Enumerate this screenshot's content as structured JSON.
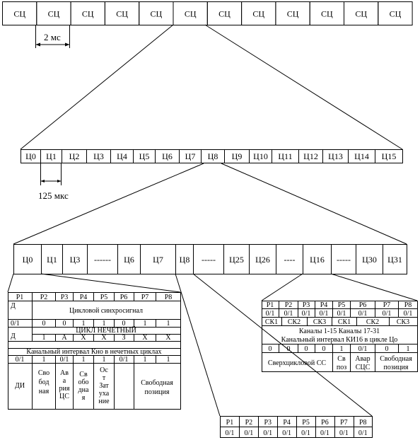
{
  "row1": {
    "cells": [
      "СЦ",
      "СЦ",
      "СЦ",
      "СЦ",
      "СЦ",
      "СЦ",
      "СЦ",
      "СЦ",
      "СЦ",
      "СЦ",
      "СЦ",
      "СЦ"
    ],
    "duration": "2 мс"
  },
  "row2": {
    "cells": [
      "Ц0",
      "Ц1",
      "Ц2",
      "Ц3",
      "Ц4",
      "Ц5",
      "Ц6",
      "Ц7",
      "Ц8",
      "Ц9",
      "Ц10",
      "Ц11",
      "Ц12",
      "Ц13",
      "Ц14",
      "Ц15"
    ],
    "duration": "125 мкс"
  },
  "row3": {
    "cells": [
      "Ц0",
      "Ц1",
      "Ц3",
      "------",
      "Ц6",
      "Ц7",
      "Ц8",
      "-----",
      "Ц25",
      "Ц26",
      "----",
      "Ц16",
      "-----",
      "Ц30",
      "Ц31"
    ]
  },
  "left_table": {
    "header": [
      "Р1",
      "Р2",
      "Р3",
      "Р4",
      "Р5",
      "Р6",
      "Р7",
      "Р8"
    ],
    "d1": "Д",
    "cycle_sync": "Цикловой синхросигнал",
    "r01": "0/1",
    "sync_values": [
      "0",
      "0",
      "1",
      "1",
      "0",
      "1",
      "1"
    ],
    "d2": "Д",
    "odd_cycle": "ЦИКЛ НЕЧЕТНЫЙ",
    "odd_values": [
      "1",
      "А",
      "X",
      "X",
      "З",
      "X",
      "X"
    ],
    "channel_interval": "Канальный интервал Кно в нечетных циклах",
    "ch_values": [
      "0/1",
      "1",
      "0/1",
      "1",
      "1",
      "0/1",
      "1",
      "1"
    ],
    "di": "ДИ",
    "svobodnaya": [
      "Сво",
      "бод",
      "ная"
    ],
    "avariya": [
      "Ав",
      "а",
      "рия",
      "ЦС"
    ],
    "svobodnaya2": [
      "Св",
      "обо",
      "дна",
      "я"
    ],
    "ost": [
      "Ос",
      "т",
      "Зат",
      "уха",
      "ние"
    ],
    "free_position": [
      "Свободная",
      "позиция"
    ]
  },
  "right_table": {
    "header": [
      "Р1",
      "Р2",
      "Р3",
      "Р4",
      "Р5",
      "Р6",
      "Р7",
      "Р8"
    ],
    "values01": [
      "0/1",
      "0/1",
      "0/1",
      "0/1",
      "0/1",
      "0/1",
      "0/1",
      "0/1"
    ],
    "sk": [
      "СК1",
      "СК2",
      "СК3",
      "СК1",
      "СК2",
      "СК3"
    ],
    "channels": "Каналы 1-15   Каналы 17-31",
    "channel_interval": "Канальный интервал КИ16 в цикле Цо",
    "values2": [
      "0",
      "0",
      "0",
      "0",
      "1",
      "0/1",
      "0",
      "1"
    ],
    "super_cycle": "Сверхцикловой СС",
    "sv_poz": [
      "Св",
      "поз"
    ],
    "avar": [
      "Авар",
      "СЦС"
    ],
    "free_position": [
      "Свободная",
      "позиция"
    ]
  },
  "bottom_table": {
    "header": [
      "Р1",
      "Р2",
      "Р3",
      "Р4",
      "Р5",
      "Р6",
      "Р7",
      "Р8"
    ],
    "values": [
      "0/1",
      "0/1",
      "0/1",
      "0/1",
      "0/1",
      "0/1",
      "0/1",
      "0/1"
    ]
  }
}
